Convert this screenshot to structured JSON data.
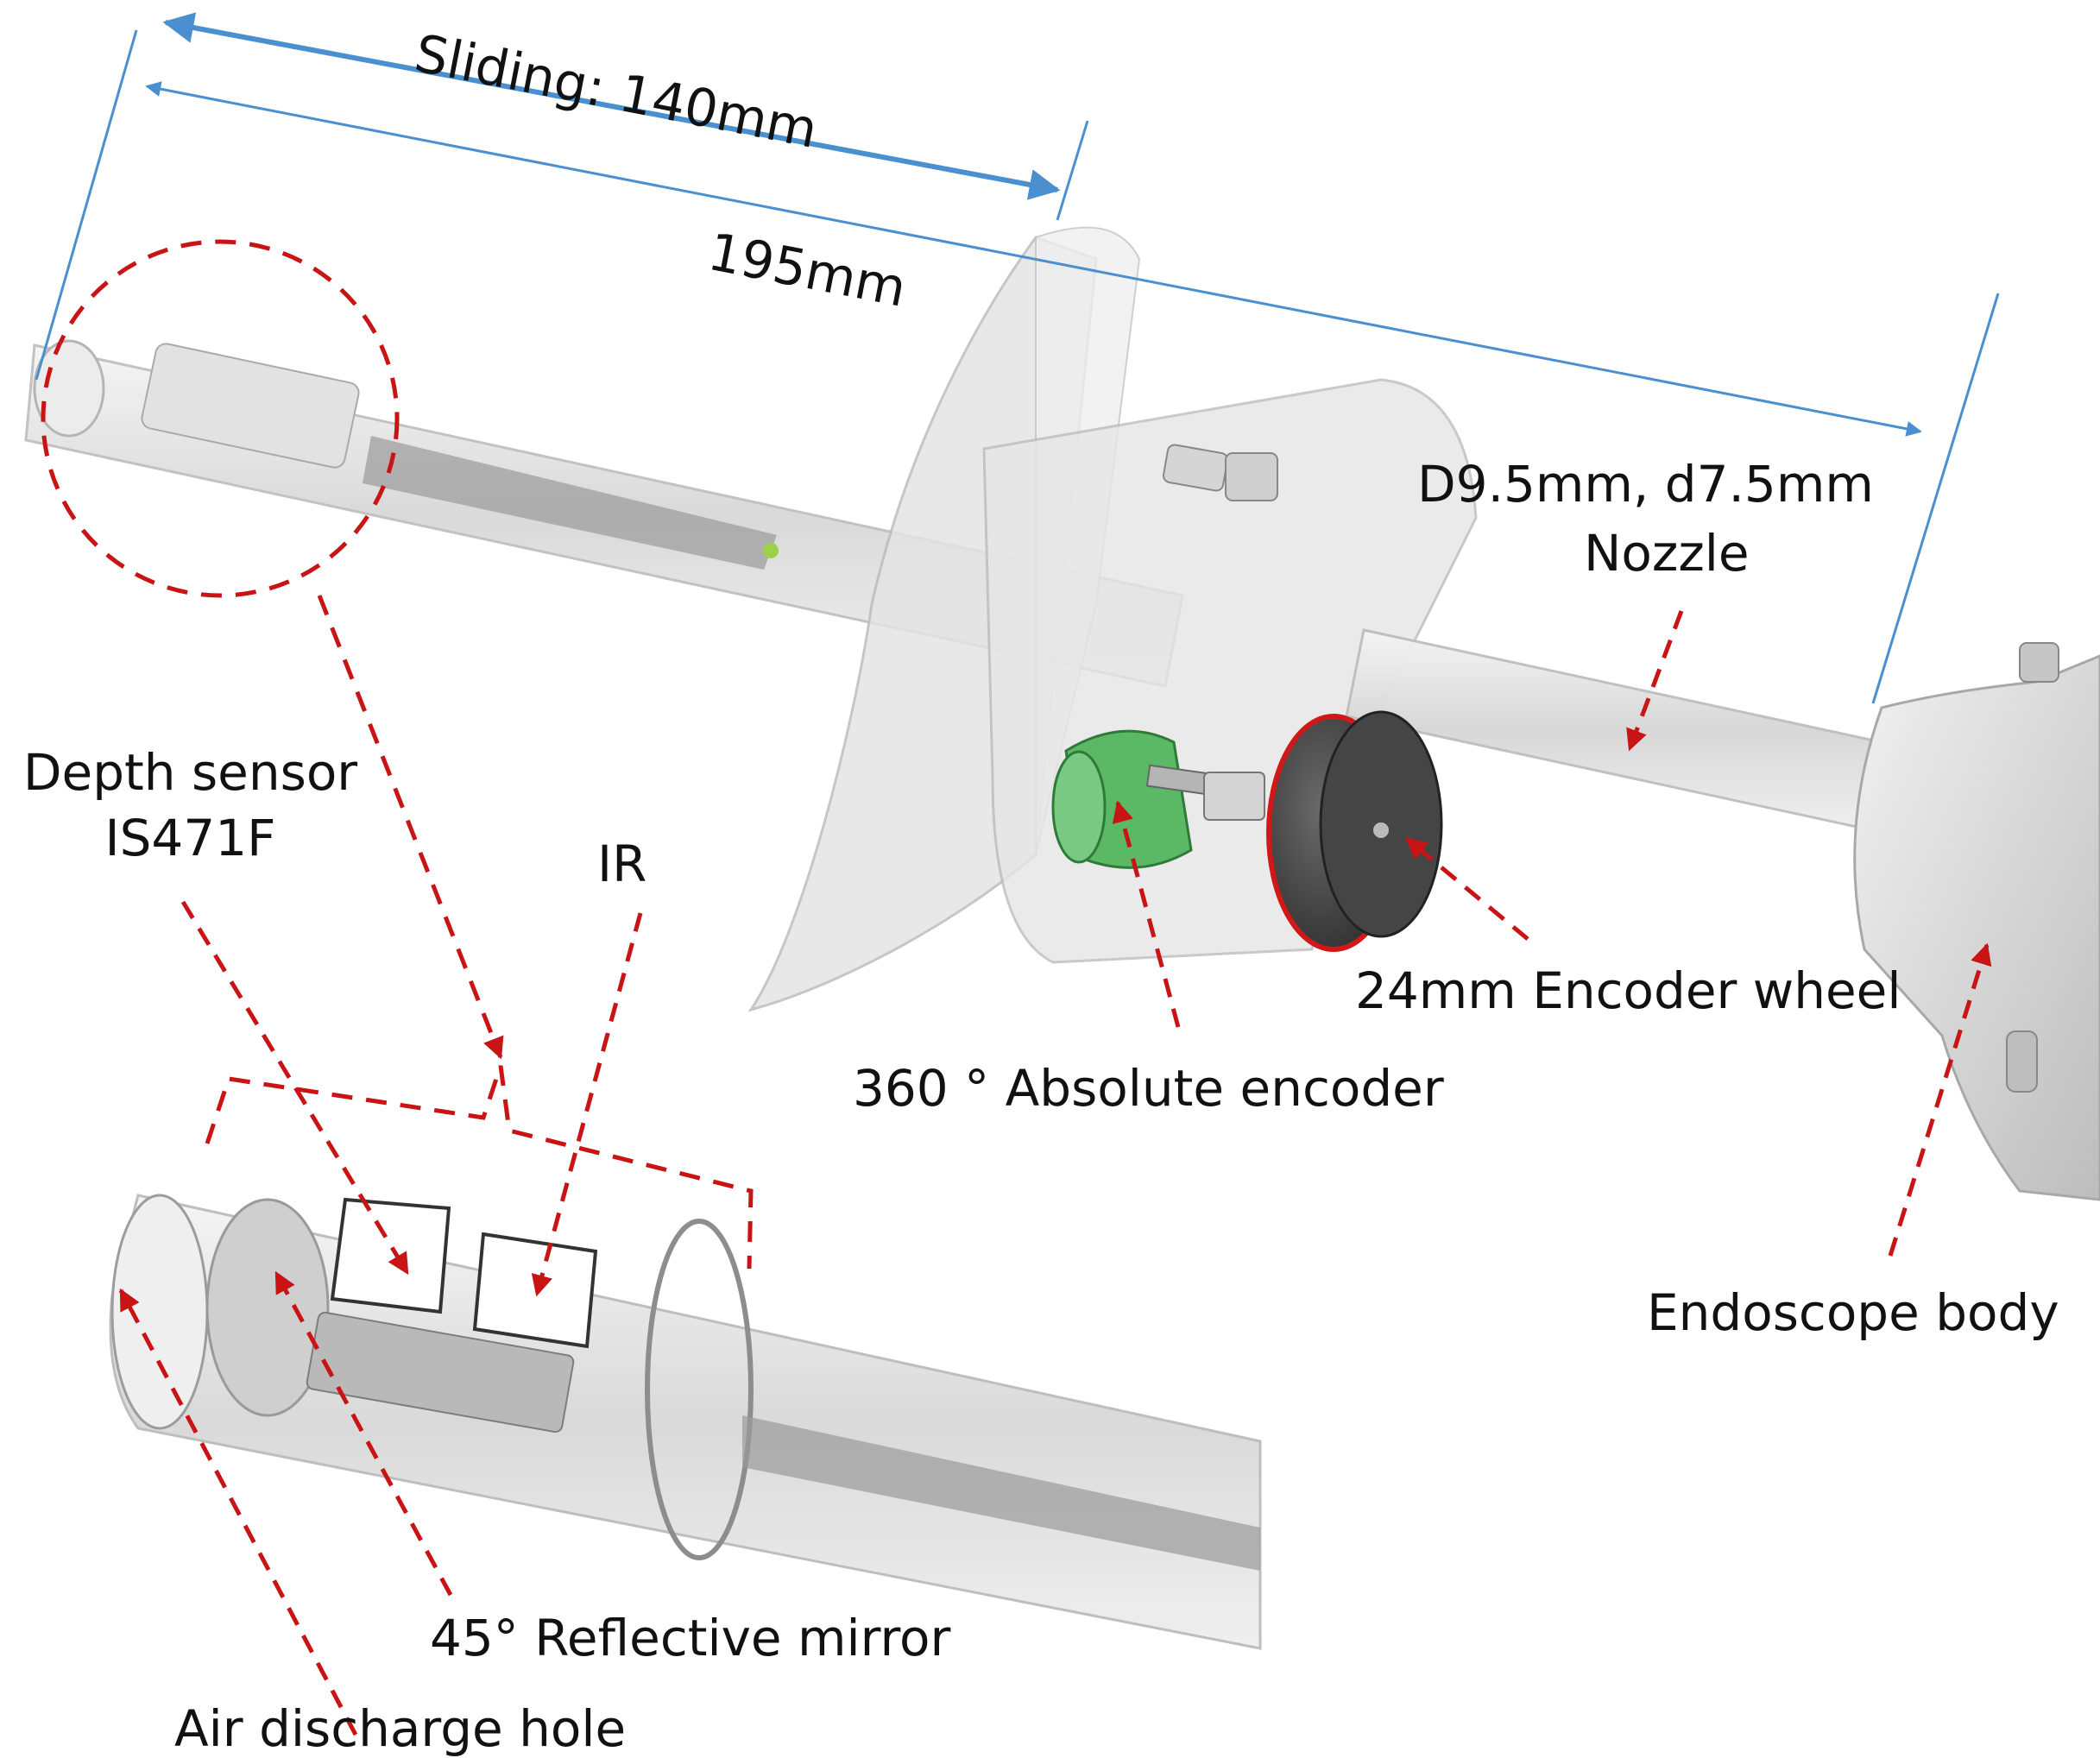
{
  "labels": {
    "sliding": "Sliding: 140mm",
    "length": "195mm",
    "nozzle_dims": "D9.5mm, d7.5mm",
    "nozzle": "Nozzle",
    "depth_sensor": "Depth sensor",
    "depth_sensor_model": "IS471F",
    "ir": "IR",
    "encoder_wheel": "24mm Encoder wheel",
    "absolute_encoder": "360 ° Absolute encoder",
    "endoscope_body": "Endoscope body",
    "reflective_mirror": "45° Reflective mirror",
    "air_hole": "Air discharge hole"
  },
  "colors": {
    "dimension_line": "#4a8fd0",
    "callout": "#c81414",
    "encoder_green": "#4fae57",
    "wheel_dark": "#3c3c3c"
  }
}
